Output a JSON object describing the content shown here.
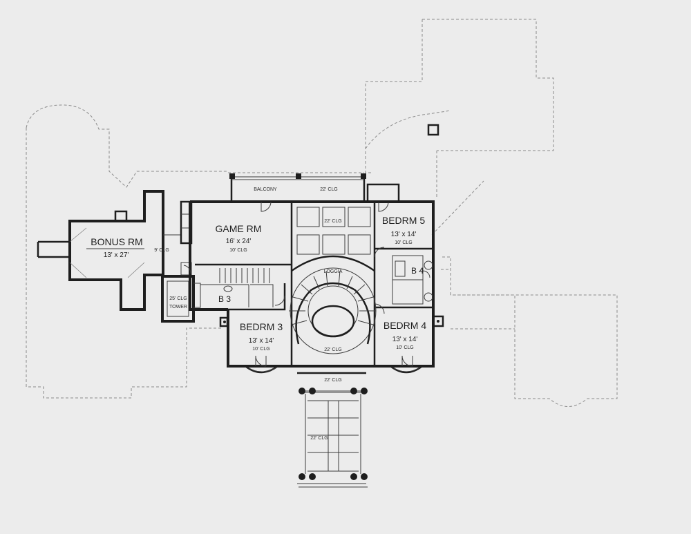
{
  "rooms": {
    "bonus": {
      "name": "BONUS RM",
      "dims": "13' x 27'"
    },
    "game": {
      "name": "GAME RM",
      "dims": "16' x 24'",
      "clg": "10' CLG"
    },
    "bedrm3": {
      "name": "BEDRM 3",
      "dims": "13' x 14'",
      "clg": "10' CLG"
    },
    "bedrm4": {
      "name": "BEDRM 4",
      "dims": "13' x 14'",
      "clg": "10' CLG"
    },
    "bedrm5": {
      "name": "BEDRM 5",
      "dims": "13' x 14'",
      "clg": "10' CLG"
    },
    "b3": {
      "name": "B 3"
    },
    "b4": {
      "name": "B 4"
    }
  },
  "notes": {
    "balcony": "BALCONY",
    "balcony_clg": "22' CLG",
    "coffer_clg": "22' CLG",
    "loggia": "LOGGIA",
    "stair_clg": "22' CLG",
    "porch_clg": "22' CLG",
    "porch_lower_clg": "22' CLG",
    "tower_clg": "25' CLG",
    "tower": "TOWER",
    "bonus_clg": "9' CLG"
  }
}
